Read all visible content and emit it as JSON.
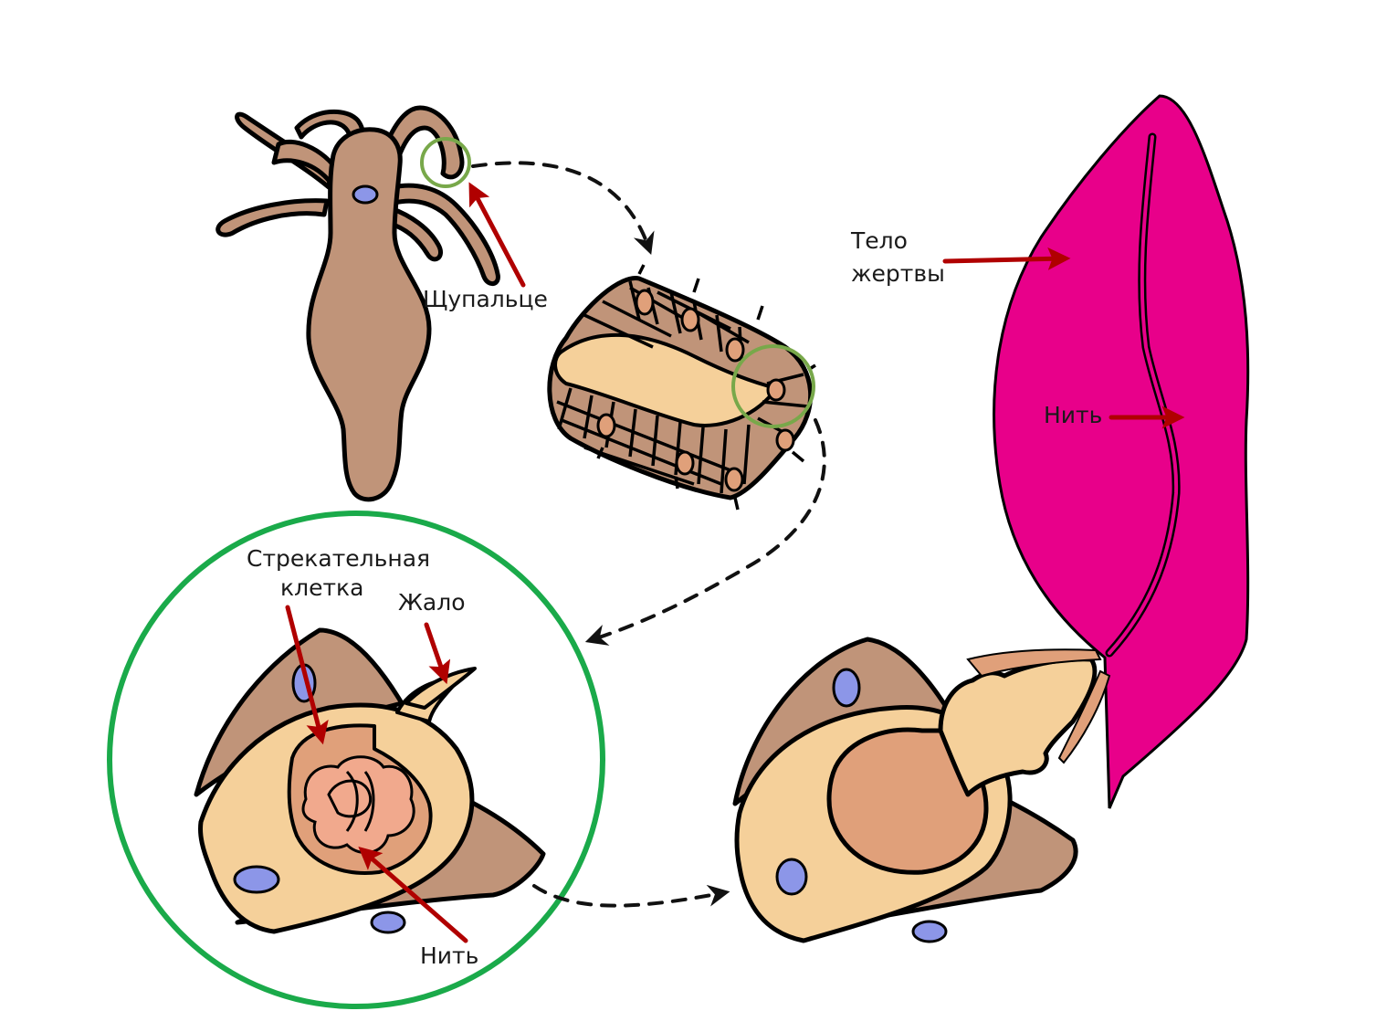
{
  "labels": {
    "tentacle": "Щупальце",
    "prey_body_line1": "Тело",
    "prey_body_line2": "жертвы",
    "thread_prey": "Нить",
    "stinging_cell_line1": "Стрекательная",
    "stinging_cell_line2": "клетка",
    "stinger": "Жало",
    "thread_cell": "Нить"
  },
  "colors": {
    "hydra_body": "#c09479",
    "prey": "#e8008a",
    "cell_cream": "#f5d09a",
    "capsule": "#e0a07a",
    "thread_coil": "#f1a98d",
    "nucleus": "#8c96e8",
    "highlight_circle": "#1aaa4a",
    "small_circle": "#78a84a",
    "arrow_red": "#b00000"
  }
}
